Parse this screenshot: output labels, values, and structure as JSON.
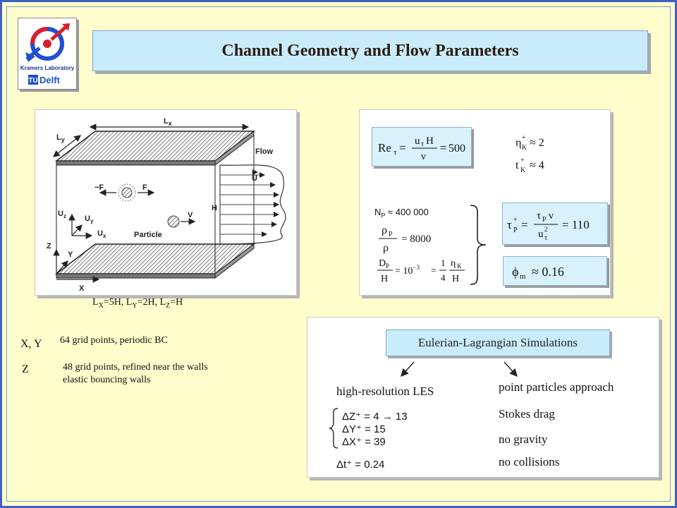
{
  "title": "Channel Geometry and Flow Parameters",
  "logo": {
    "lab": "Kramers Laboratory",
    "tu": "TU",
    "delft": "Delft",
    "icon": "kramers-logo-icon"
  },
  "diagram": {
    "labels": {
      "lx": "L",
      "lx_sub": "x",
      "ly": "L",
      "ly_sub": "y",
      "flow": "Flow",
      "u": "U",
      "h": "H",
      "f_neg": "−F",
      "f": "F",
      "uz": "U",
      "uz_sub": "z",
      "uy": "U",
      "uy_sub": "y",
      "ux": "U",
      "ux_sub": "x",
      "v": "V",
      "particle": "Particle",
      "z": "Z",
      "y": "Y",
      "x": "X"
    },
    "dimensions": {
      "l": "L",
      "x": "X",
      "eq1": "=5H, L",
      "y": "Y",
      "eq2": "=2H, L",
      "z": "Z",
      "eq3": "=H"
    }
  },
  "parameters": {
    "re_tau": "500",
    "eta_k": "≈ 2",
    "t_k": "≈ 4",
    "np_label": "N",
    "np_sub": "P",
    "np_value": "≈ 400 000",
    "rho_ratio": "= 8000",
    "dp_exp": "= 10",
    "dp_pow": "−3",
    "tau_p": "= 110",
    "phi_m": "≈ 0.16"
  },
  "grid": {
    "xy_symbol": "X, Y",
    "xy_text": "64 grid points, periodic BC",
    "z_symbol": "Z",
    "z_line1": "48 grid points,  refined near the walls",
    "z_line2": "elastic bouncing walls"
  },
  "simulations": {
    "header": "Eulerian-Lagrangian  Simulations",
    "les": "high-resolution LES",
    "dz": "ΔZ⁺ = 4 → 13",
    "dy": "ΔY⁺ = 15",
    "dx": "ΔX⁺ = 39",
    "dt": "Δt⁺ = 0.24",
    "items": [
      "point particles approach",
      "Stokes drag",
      "no gravity",
      "no collisions"
    ]
  }
}
